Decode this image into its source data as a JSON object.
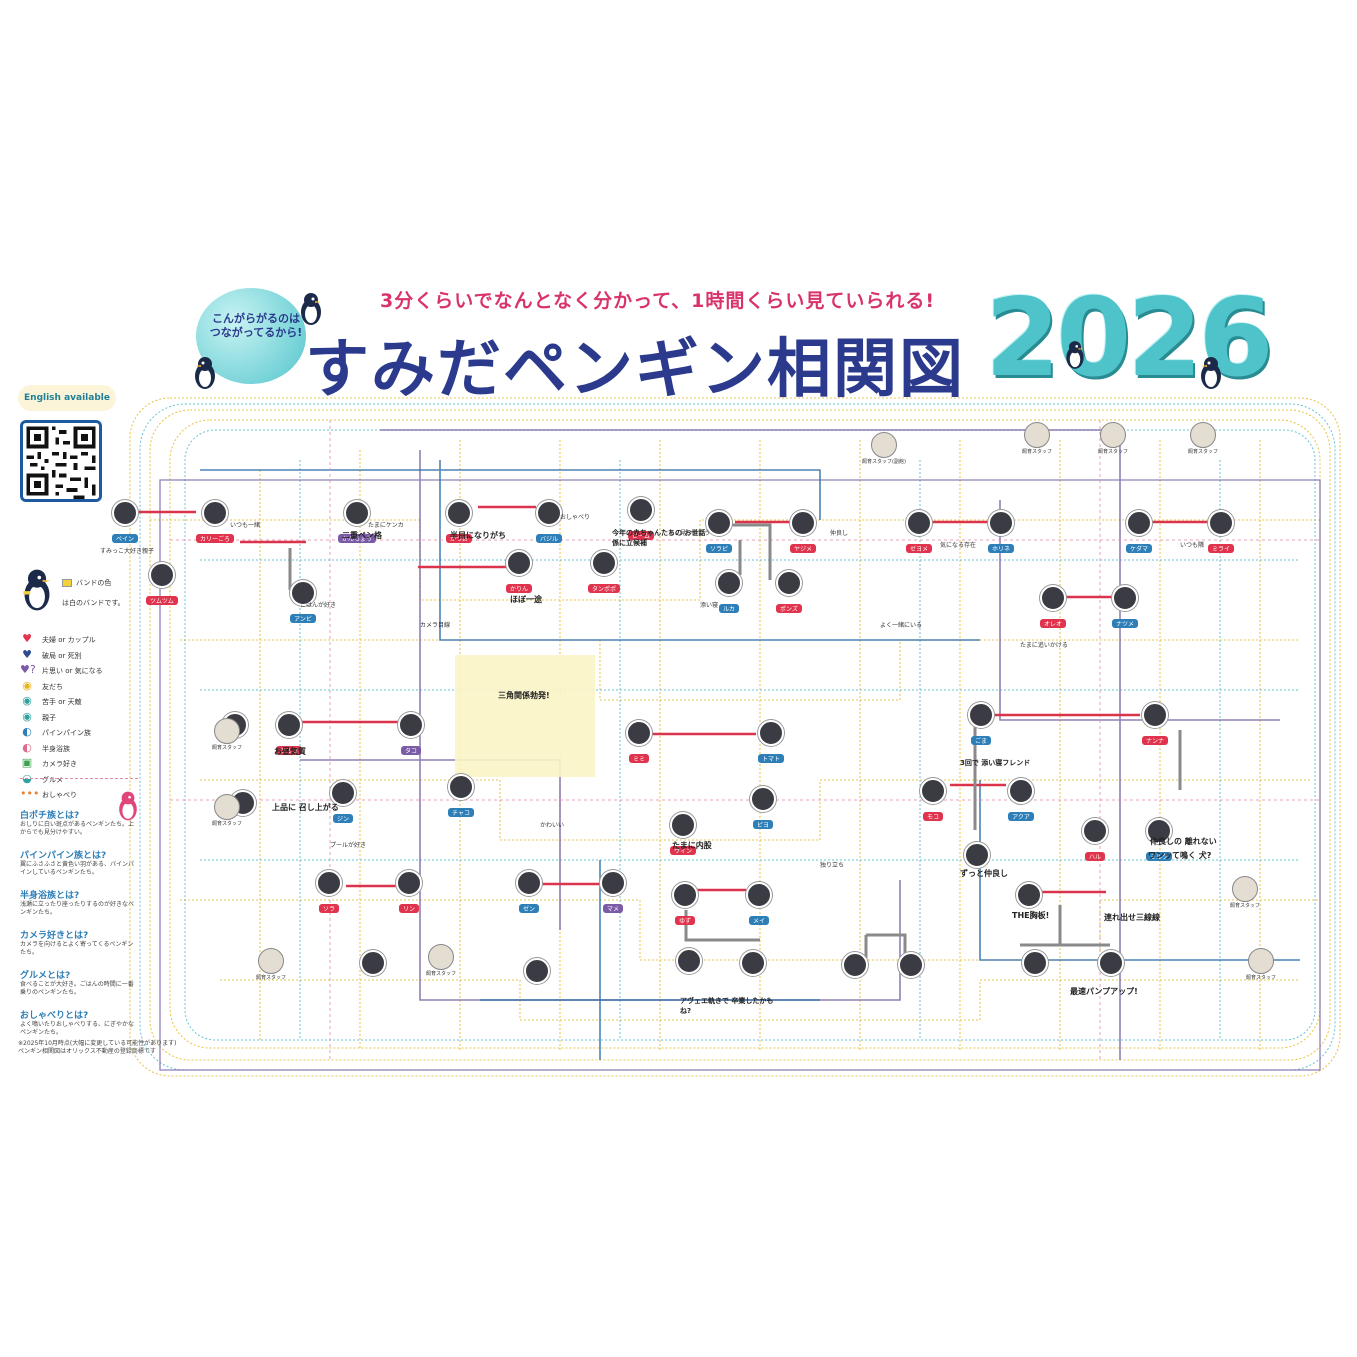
{
  "header": {
    "subtitle": "3分くらいでなんとなく分かって、1時間くらい見ていられる!",
    "title": "すみだペンギン相関図",
    "year": "2026",
    "bubble_text": "こんがらがるのはつながってるから!"
  },
  "badge": {
    "english": "English available"
  },
  "legend": {
    "band_label": "バンドの色",
    "band_desc": "は白のバンドです。",
    "items": [
      {
        "icon": "♥",
        "label": "夫婦 or カップル",
        "color": "#e0334d"
      },
      {
        "icon": "♥",
        "label": "破局 or 死別",
        "color": "#2d4d8f"
      },
      {
        "icon": "♥?",
        "label": "片思い or 気になる",
        "color": "#7b5aa6"
      },
      {
        "icon": "◉",
        "label": "友だち",
        "color": "#e8b41e"
      },
      {
        "icon": "◉",
        "label": "苦手 or 天敵",
        "color": "#2fa3a0"
      },
      {
        "icon": "◉",
        "label": "親子",
        "color": "#2fa3a0"
      },
      {
        "icon": "◐",
        "label": "パインパイン族",
        "color": "#2e7fb8"
      },
      {
        "icon": "◐",
        "label": "半身浴族",
        "color": "#e06b8b"
      },
      {
        "icon": "▣",
        "label": "カメラ好き",
        "color": "#3aa24a"
      },
      {
        "icon": "◒",
        "label": "グルメ",
        "color": "#2fa3a0"
      },
      {
        "icon": "•••",
        "label": "おしゃべり",
        "color": "#e8802e"
      }
    ],
    "groups": [
      {
        "title": "白ポチ族とは?",
        "desc": "おしりに白い斑点があるペンギンたち。上からでも見分けやすい。"
      },
      {
        "title": "パインパイン族とは?",
        "desc": "翼にふさふさと黄色い羽がある、パインパインしているペンギンたち。"
      },
      {
        "title": "半身浴族とは?",
        "desc": "浅瀬に立ったり座ったりするのが好きなペンギンたち。"
      },
      {
        "title": "カメラ好きとは?",
        "desc": "カメラを向けるとよく寄ってくるペンギンたち。"
      },
      {
        "title": "グルメとは?",
        "desc": "食べることが大好き。ごはんの時間に一番乗りのペンギンたち。"
      },
      {
        "title": "おしゃべりとは?",
        "desc": "よく鳴いたりおしゃべりする、にぎやかなペンギンたち。"
      }
    ],
    "footnote": "※2025年10月時点(大幅に変更している可能性があります)\nペンギン相関図はオリックス不動産の登録商標です"
  },
  "diagram": {
    "nodes": [
      {
        "id": "n1",
        "tag": "ペイン",
        "color": "#2e7fb8"
      },
      {
        "id": "n2",
        "tag": "カリーごろ",
        "color": "#e0334d"
      },
      {
        "id": "n3",
        "tag": "かんちょう",
        "color": "#7b5aa6"
      },
      {
        "id": "n4",
        "tag": "かつお",
        "color": "#e0334d"
      },
      {
        "id": "n5",
        "tag": "バジル",
        "color": "#2e7fb8"
      },
      {
        "id": "n6",
        "tag": "ビーム",
        "color": "#e0334d"
      },
      {
        "id": "n7",
        "tag": "ソラピ",
        "color": "#2e7fb8"
      },
      {
        "id": "n8",
        "tag": "ヤジメ",
        "color": "#e0334d"
      },
      {
        "id": "n9",
        "tag": "ゼヨメ",
        "color": "#e0334d"
      },
      {
        "id": "n10",
        "tag": "ホリネ",
        "color": "#2e7fb8"
      },
      {
        "id": "n11",
        "tag": "ケダマ",
        "color": "#2e7fb8"
      },
      {
        "id": "n12",
        "tag": "ミライ",
        "color": "#e0334d"
      },
      {
        "id": "n13",
        "tag": "ツムツム",
        "color": "#e0334d"
      },
      {
        "id": "n14",
        "tag": "アンビ",
        "color": "#2e7fb8"
      },
      {
        "id": "n15",
        "tag": "かりん",
        "color": "#e0334d"
      },
      {
        "id": "n16",
        "tag": "タンポポ",
        "color": "#e0334d"
      },
      {
        "id": "n17",
        "tag": "ルカ",
        "color": "#2e7fb8"
      },
      {
        "id": "n18",
        "tag": "ポンズ",
        "color": "#e0334d"
      },
      {
        "id": "n19",
        "tag": "オレオ",
        "color": "#e0334d"
      },
      {
        "id": "n20",
        "tag": "ナツメ",
        "color": "#2e7fb8"
      },
      {
        "id": "n21",
        "tag": "ラルゴ",
        "color": "#e0334d"
      },
      {
        "id": "n22",
        "tag": "タコ",
        "color": "#7b5aa6"
      },
      {
        "id": "n23",
        "tag": "ミミ",
        "color": "#e0334d"
      },
      {
        "id": "n24",
        "tag": "トマト",
        "color": "#2e7fb8"
      },
      {
        "id": "n25",
        "tag": "ごま",
        "color": "#2e7fb8"
      },
      {
        "id": "n26",
        "tag": "ナンナ",
        "color": "#e0334d"
      },
      {
        "id": "n27",
        "tag": "ジン",
        "color": "#2e7fb8"
      },
      {
        "id": "n28",
        "tag": "チャコ",
        "color": "#2e7fb8"
      },
      {
        "id": "n29",
        "tag": "ウィン",
        "color": "#e0334d"
      },
      {
        "id": "n30",
        "tag": "ピヨ",
        "color": "#2e7fb8"
      },
      {
        "id": "n31",
        "tag": "モコ",
        "color": "#e0334d"
      },
      {
        "id": "n32",
        "tag": "アクア",
        "color": "#2e7fb8"
      },
      {
        "id": "n33",
        "tag": "ハル",
        "color": "#e0334d"
      },
      {
        "id": "n34",
        "tag": "ミルク",
        "color": "#2e7fb8"
      },
      {
        "id": "n35",
        "tag": "ソラ",
        "color": "#e0334d"
      },
      {
        "id": "n36",
        "tag": "リン",
        "color": "#e0334d"
      },
      {
        "id": "n37",
        "tag": "ゼン",
        "color": "#2e7fb8"
      },
      {
        "id": "n38",
        "tag": "マメ",
        "color": "#7b5aa6"
      },
      {
        "id": "n39",
        "tag": "ゆず",
        "color": "#e0334d"
      },
      {
        "id": "n40",
        "tag": "メイ",
        "color": "#2e7fb8"
      }
    ],
    "staff": [
      {
        "id": "s1",
        "label": "飼育スタッフ(副館)"
      },
      {
        "id": "s2",
        "label": "飼育スタッフ"
      },
      {
        "id": "s3",
        "label": "飼育スタッフ"
      },
      {
        "id": "s4",
        "label": "飼育スタッフ"
      },
      {
        "id": "s5",
        "label": "飼育スタッフ"
      },
      {
        "id": "s6",
        "label": "飼育スタッフ"
      },
      {
        "id": "s7",
        "label": "飼育スタッフ"
      },
      {
        "id": "s8",
        "label": "飼育スタッフ"
      },
      {
        "id": "s9",
        "label": "飼育スタッフ"
      },
      {
        "id": "s10",
        "label": "飼育スタッフ"
      }
    ],
    "big_notes": [
      "二重ペン格",
      "半目になりがち",
      "今年の赤ちゃんたちの お世話係に立候補",
      "ほぼ一途",
      "お昼気質",
      "たまに内股",
      "3回で 添い寝フレンド",
      "THE胸板!",
      "連れ出せ三線線",
      "ずっと仲良し",
      "最速パンプアップ!",
      "仲良しの 離れない",
      "アヴェエ軌きで 卒業したかもね?",
      "ワンッて鳴く 犬?",
      "上品に 召し上がる",
      "三角関係勃発!"
    ],
    "small_notes": [
      "すみっこ大好き親子",
      "いつも一緒",
      "たまにケンカ",
      "おしゃべり",
      "よく見つめ合う",
      "仲良し",
      "気になる存在",
      "いつも隣",
      "ごはんが好き",
      "カメラ目線",
      "添い寝",
      "よく一緒にいる",
      "たまに追いかける",
      "プールが好き",
      "かわいい",
      "独り立ち"
    ]
  }
}
